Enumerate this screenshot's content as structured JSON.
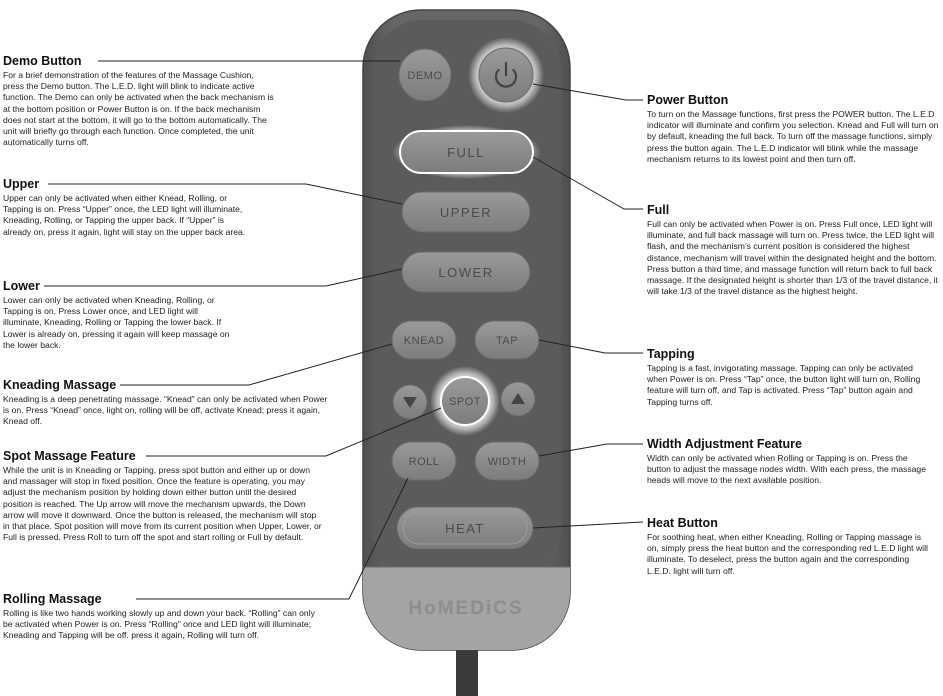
{
  "remote": {
    "buttons": {
      "demo": "DEMO",
      "full": "FULL",
      "upper": "UPPER",
      "lower": "LOWER",
      "knead": "KNEAD",
      "tap": "TAP",
      "spot": "SPOT",
      "roll": "ROLL",
      "width": "WIDTH",
      "heat": "HEAT"
    },
    "brand": "HoMEDiCS",
    "icons": {
      "power": "power-icon",
      "down": "down-arrow-icon",
      "up": "up-arrow-icon"
    },
    "colors": {
      "body": "#5e5e5f",
      "button": "#8a8a8a",
      "glow": "#ffffff",
      "bottom": "#9c9c9c"
    }
  },
  "left": [
    {
      "title": "Demo Button",
      "text": "For a brief demonstration of the features of the Massage Cushion, press the Demo button. The L.E.D. light will blink to indicate active function. The Demo can only be activated when the back mechanism is at the bottom position or Power Button is on. If the back mechanism does not start at the bottom, it will go to the bottom automatically. The unit will briefly go through each function.  Once completed, the unit automatically turns off."
    },
    {
      "title": "Upper",
      "text": "Upper can only be activated when either Knead, Rolling, or Tapping is on. Press “Upper” once, the LED light will illuminate, Kneading, Rolling, or Tapping the upper back. If “Upper” is already on, press it again, light will stay on the upper back area."
    },
    {
      "title": "Lower",
      "text": "Lower can only be activated when Kneading, Rolling, or Tapping is on. Press Lower once, and LED light will illuminate,  Kneading, Rolling or Tapping the lower back. If Lower is already on, pressing it again will keep massage on the lower back."
    },
    {
      "title": "Kneading Massage",
      "text": "Kneading is a deep penetrating massage. “Knead” can only be activated when Power is on. Press “Knead” once, light on, rolling will be off, activate Knead; press it again, Knead off."
    },
    {
      "title": "Spot Massage Feature",
      "text": "While the unit is in Kneading or Tapping, press spot button and either up or down and massager will stop in fixed position.  Once the feature is operating, you may adjust the mechanism position by holding down either button until the desired position is reached.  The Up arrow will move the mechanism upwards, the Down arrow will move it downward. Once the button is released, the mechanism will stop in that place. Spot position will move from its current position when Upper, Lower, or Full is pressed. Press Roll to turn off the spot and start rolling or Full by default."
    },
    {
      "title": "Rolling Massage",
      "text": "Rolling is like two hands working slowly up and down your back. “Rolling” can only be activated when Power is on. Press “Rolling” once and LED light will illuminate; Kneading and Tapping will be off. press it again, Rolling will turn off."
    }
  ],
  "right": [
    {
      "title": "Power Button",
      "text": "To turn on the Massage functions, first press the POWER button. The L.E.D indicator will illuminate and confirm you selection. Knead and Full will turn on by default, kneading the full back. To turn off the massage functions, simply press the button again. The L.E.D indicator will blink while the massage mechanism returns to its lowest point and then turn off."
    },
    {
      "title": "Full",
      "text": "Full can only be activated when Power is on. Press Full once, LED light will illuminate, and full back massage will turn on. Press twice, the LED light will flash, and the mechanism’s current position is considered the highest distance, mechanism will travel within the designated height and the bottom. Press button a third time, and massage function will return back to full back massage. If the designated height is shorter than 1/3 of the travel distance, it will take 1/3 of the travel distance as the highest height."
    },
    {
      "title": "Tapping",
      "text": "Tapping is a fast, invigorating massage. Tapping can only be activated when Power is on. Press “Tap” once, the button light will turn on, Rolling feature will turn off, and Tap is activated. Press “Tap” button again and Tapping turns off."
    },
    {
      "title": "Width Adjustment Feature",
      "text": "Width can only be activated when Rolling or Tapping is on. Press the button to adjust the massage nodes width.  With each press, the massage heads will move to the next available position."
    },
    {
      "title": "Heat Button",
      "text": "For soothing heat, when either Kneading, Rolling or Tapping massage is on, simply press the heat button and the corresponding red L.E.D light will illuminate.  To deselect, press the button again and the corresponding L.E.D. light will turn off."
    }
  ]
}
